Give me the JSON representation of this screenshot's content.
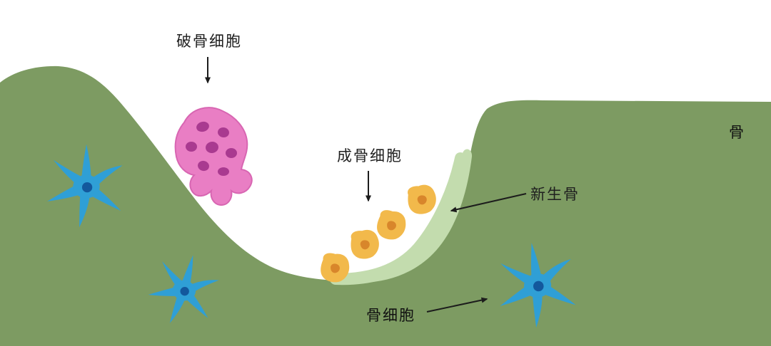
{
  "diagram": {
    "title_context": "bone remodeling diagram",
    "labels": {
      "osteoclast": "破骨细胞",
      "osteoblast": "成骨细胞",
      "new_bone": "新生骨",
      "bone": "骨",
      "osteocyte": "骨细胞"
    },
    "colors": {
      "background": "#ffffff",
      "bone_green": "#7d9b62",
      "new_bone_light_green": "#c3dcae",
      "osteoclast_pink": "#e97ec4",
      "osteoclast_nucleus_magenta": "#a93a90",
      "osteoblast_yellow": "#f2b94b",
      "osteoblast_nucleus_orange": "#d8862b",
      "osteocyte_blue": "#2f9fd6",
      "osteocyte_nucleus_blue": "#13589d",
      "arrow_black": "#1c1c1c",
      "text_black": "#1f1f1f"
    }
  }
}
